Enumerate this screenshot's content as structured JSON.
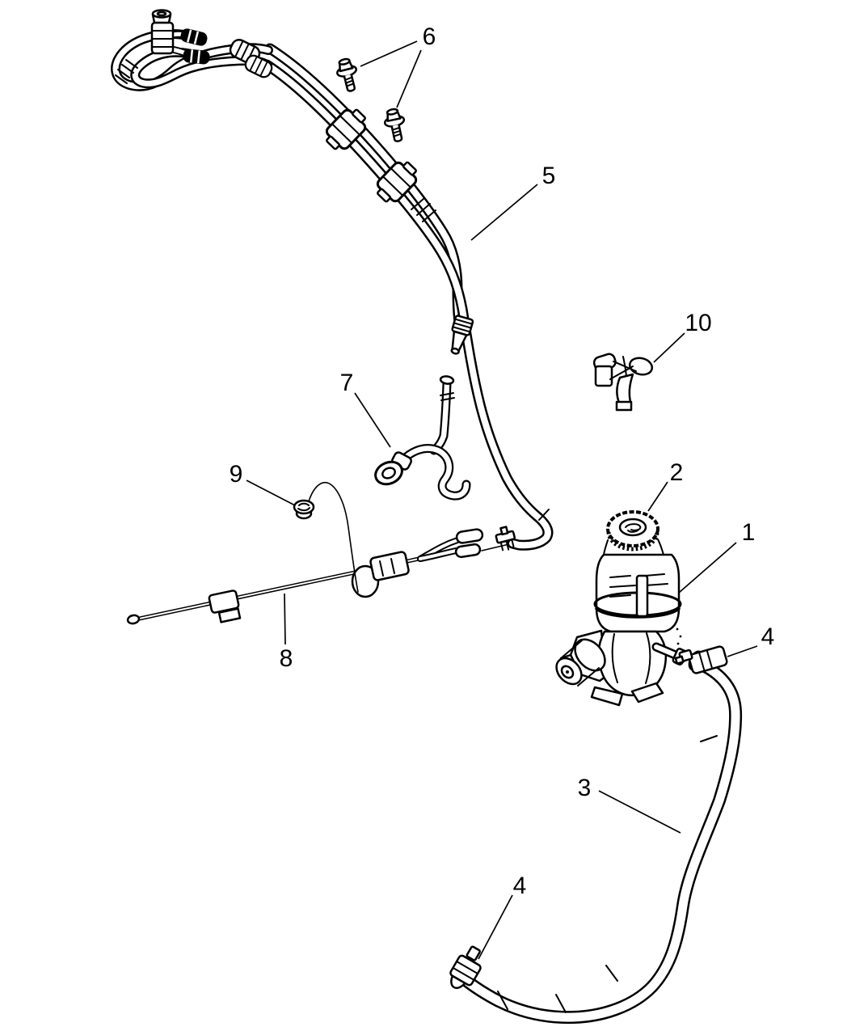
{
  "figure": {
    "type": "parts-diagram",
    "background_color": "#ffffff",
    "line_color": "#000000"
  },
  "callouts": [
    {
      "part": "pump-with-reservoir",
      "label": "1"
    },
    {
      "part": "reservoir-cap",
      "label": "2"
    },
    {
      "part": "supply-hose",
      "label": "3"
    },
    {
      "part": "hose-clamp-at-pump",
      "label": "4"
    },
    {
      "part": "hose-clamp-at-tube",
      "label": "4"
    },
    {
      "part": "pressure-return-hose",
      "label": "5"
    },
    {
      "part": "mounting-bolt",
      "label": "6"
    },
    {
      "part": "short-hose",
      "label": "7"
    },
    {
      "part": "cooler-tube",
      "label": "8"
    },
    {
      "part": "grommet",
      "label": "9"
    },
    {
      "part": "retainer-clip",
      "label": "10"
    }
  ]
}
